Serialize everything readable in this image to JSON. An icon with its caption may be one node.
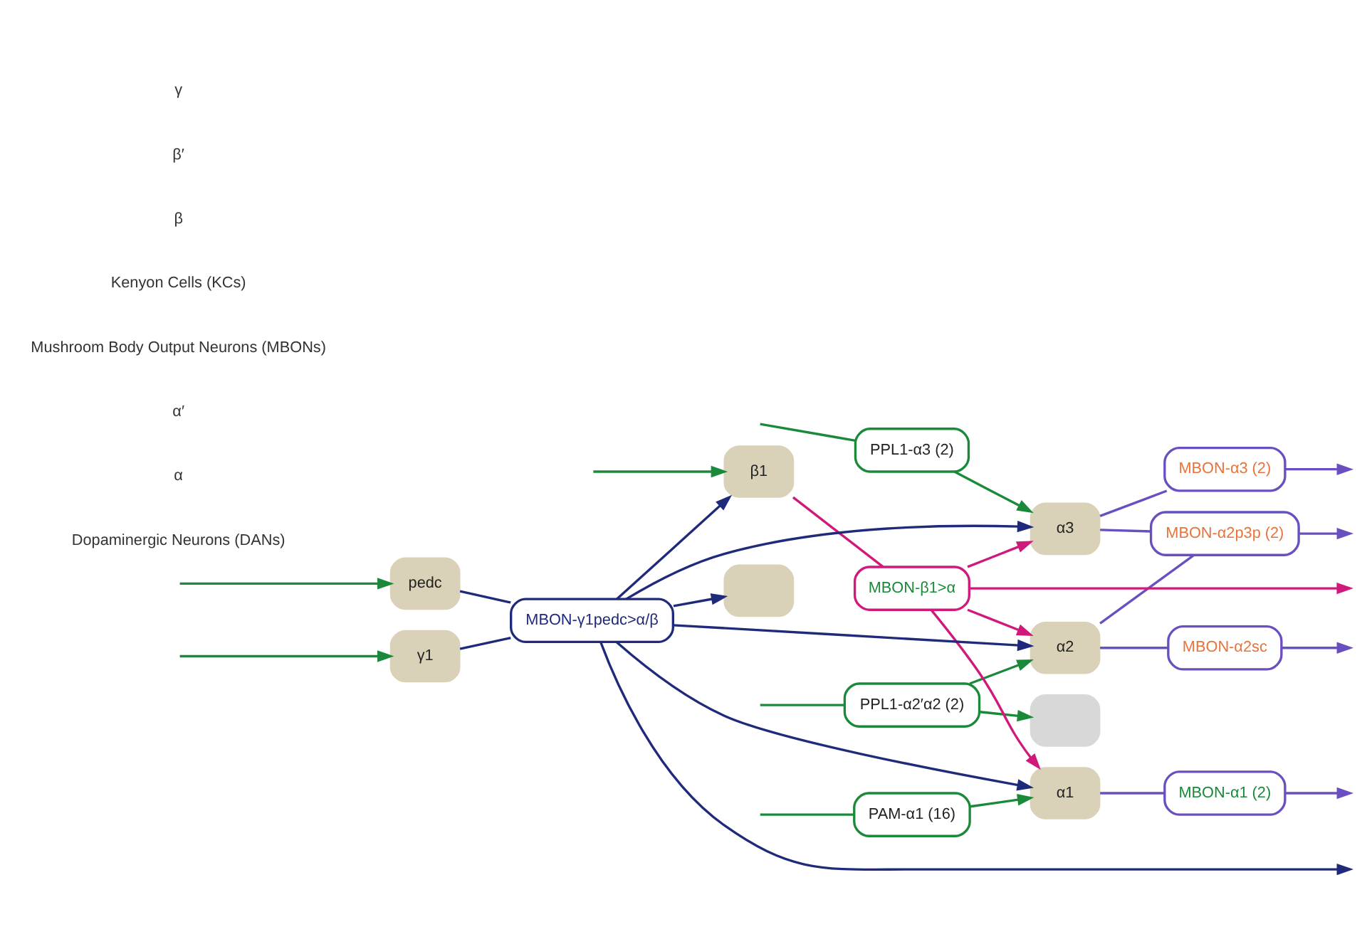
{
  "diagram": {
    "nodes": [
      {
        "text": [
          "PPL1-α3 (2)"
        ]
      },
      {
        "text": [
          "PPL1-α2′α2 (2)"
        ]
      },
      {
        "text": [
          "PAM-α1 (16)"
        ]
      },
      {
        "text": [
          "α3"
        ]
      },
      {
        "text": [
          "α2"
        ]
      },
      {
        "text": [
          "α1"
        ]
      },
      {
        "text": [],
        "shape": "box"
      },
      {
        "text": [
          "MBON-α3 (2)"
        ]
      },
      {
        "text": [
          "MBON-α2p3p (2)"
        ]
      },
      {
        "text": [
          "MBON-α2sc"
        ]
      },
      {
        "text": [
          "MBON-α1 (2)"
        ]
      },
      {
        "text": [
          "MBON-β1>α"
        ]
      },
      {
        "text": [
          "pedc"
        ]
      },
      {
        "text": [
          "β1"
        ]
      },
      {
        "text": [],
        "shape": "box"
      },
      {
        "text": [
          "γ1"
        ]
      },
      {
        "text": [
          "MBON-γ1pedc>α/β"
        ]
      }
    ],
    "edges": [
      {
        "from": null,
        "to": 0,
        "arrow": "none",
        "color": "#1a8a3a"
      },
      {
        "from": 0,
        "to": 3,
        "arrow": "to",
        "color": "#1a8a3a"
      },
      {
        "from": null,
        "to": 1,
        "arrow": "none",
        "color": "#1a8a3a"
      },
      {
        "from": 1,
        "to": 4,
        "arrow": "to",
        "color": "#1a8a3a"
      },
      {
        "from": 1,
        "to": 6,
        "arrow": "to",
        "color": "#1a8a3a"
      },
      {
        "from": null,
        "to": 2,
        "arrow": "none",
        "color": "#1a8a3a"
      },
      {
        "from": 2,
        "to": 5,
        "arrow": "to",
        "color": "#1a8a3a"
      },
      {
        "from": 3,
        "to": 7,
        "arrow": "none",
        "color": "#6a4fc0"
      },
      {
        "from": 7,
        "to": null,
        "arrow": "to",
        "color": "#6a4fc0"
      },
      {
        "from": 3,
        "to": 8,
        "arrow": "none",
        "color": "#6a4fc0"
      },
      {
        "from": 4,
        "to": 8,
        "arrow": "none",
        "color": "#6a4fc0"
      },
      {
        "from": 8,
        "to": null,
        "arrow": "to",
        "color": "#6a4fc0"
      },
      {
        "from": 4,
        "to": 9,
        "arrow": "none",
        "color": "#6a4fc0"
      },
      {
        "from": 9,
        "to": null,
        "arrow": "to",
        "color": "#6a4fc0"
      },
      {
        "from": 5,
        "to": 10,
        "arrow": "none",
        "color": "#6a4fc0"
      },
      {
        "from": 10,
        "to": null,
        "arrow": "to",
        "color": "#6a4fc0"
      },
      {
        "from": 13,
        "to": 11,
        "arrow": "none",
        "color": "#d0197a"
      },
      {
        "from": 11,
        "to": 3,
        "arrow": "to",
        "color": "#d0197a"
      },
      {
        "from": 11,
        "to": 4,
        "arrow": "to",
        "color": "#d0197a"
      },
      {
        "from": 11,
        "to": 5,
        "arrow": "to",
        "color": "#d0197a"
      },
      {
        "from": 11,
        "to": null,
        "arrow": "to",
        "color": "#d0197a"
      },
      {
        "from": null,
        "to": 12,
        "arrow": "to",
        "color": "#1a8a3a"
      },
      {
        "from": null,
        "to": 15,
        "arrow": "to",
        "color": "#1a8a3a"
      },
      {
        "from": null,
        "to": 13,
        "arrow": "to",
        "color": "#1a8a3a"
      },
      {
        "from": 12,
        "to": 16,
        "arrow": "none",
        "color": "#1f2a7a"
      },
      {
        "from": 15,
        "to": 16,
        "arrow": "none",
        "color": "#1f2a7a"
      },
      {
        "from": 16,
        "to": 3,
        "arrow": "to",
        "color": "#1f2a7a"
      },
      {
        "from": 16,
        "to": 4,
        "arrow": "to",
        "color": "#1f2a7a"
      },
      {
        "from": 16,
        "to": 5,
        "arrow": "to",
        "color": "#1f2a7a"
      },
      {
        "from": 16,
        "to": 13,
        "arrow": "to",
        "color": "#1f2a7a"
      },
      {
        "from": 16,
        "to": 14,
        "arrow": "to",
        "color": "#1f2a7a"
      },
      {
        "from": 16,
        "to": null,
        "arrow": "to",
        "color": "#1f2a7a"
      }
    ],
    "labels": [
      "Dopaminergic Neurons (DANs)",
      "α",
      "α′",
      "Mushroom Body Output Neurons (MBONs)",
      "Kenyon Cells (KCs)",
      "β",
      "β′",
      "γ"
    ]
  }
}
